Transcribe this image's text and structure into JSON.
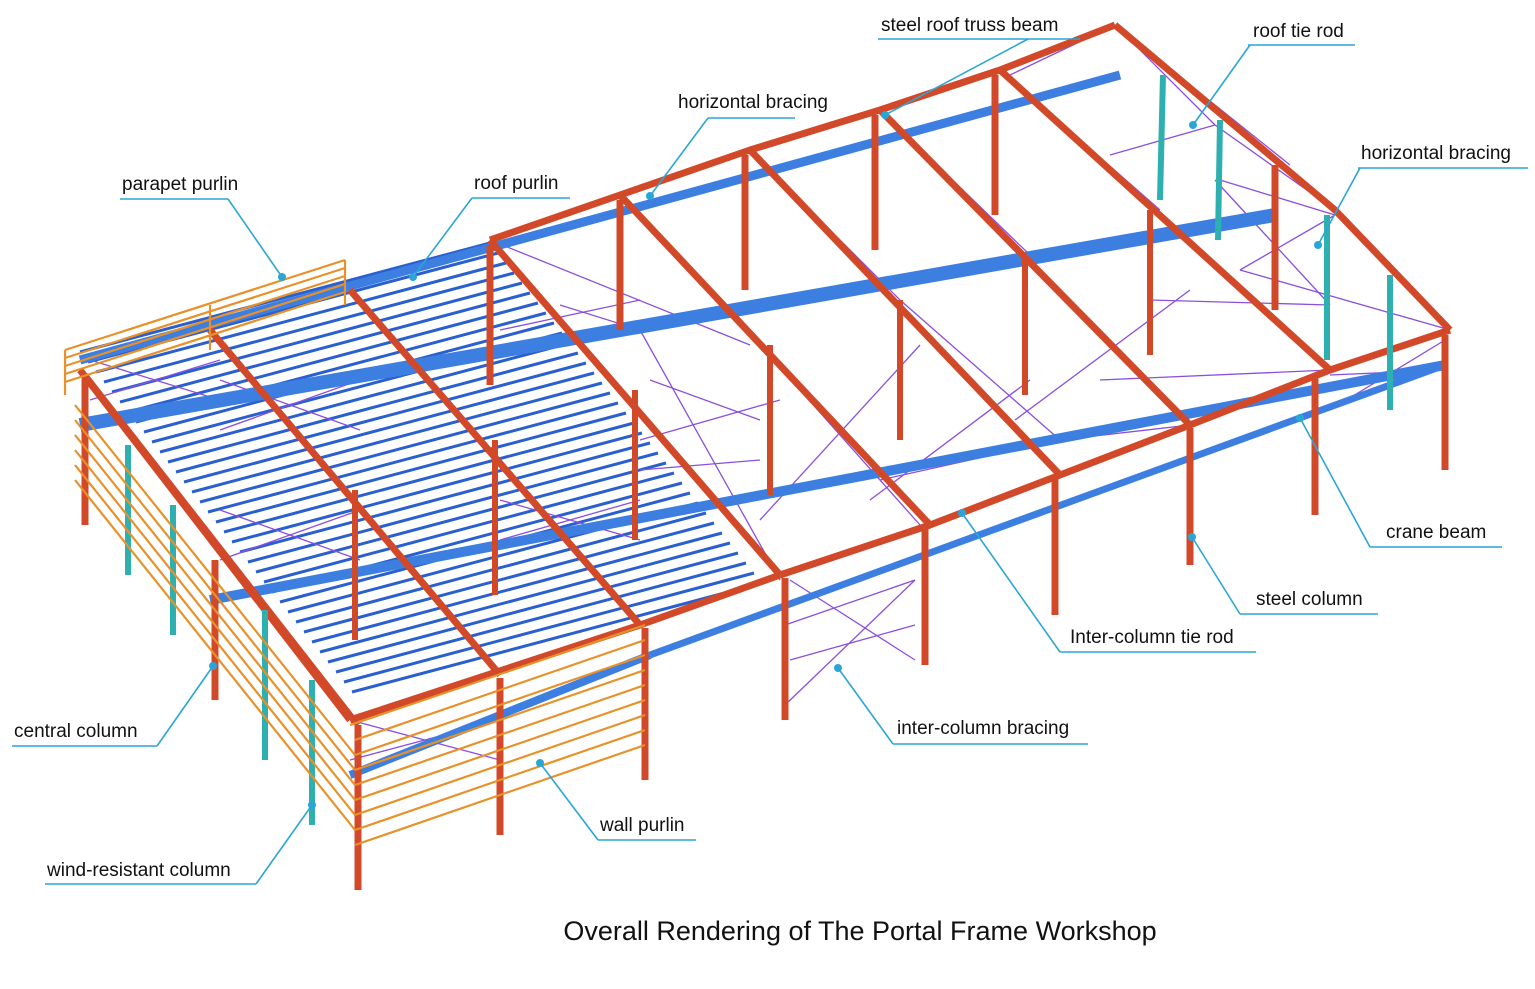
{
  "caption": "Overall Rendering of The Portal Frame Workshop",
  "labels": {
    "steel_roof_truss_beam": "steel roof truss beam",
    "roof_tie_rod": "roof tie rod",
    "horizontal_bracing_top": "horizontal bracing",
    "horizontal_bracing_right": "horizontal bracing",
    "parapet_purlin": "parapet purlin",
    "roof_purlin": "roof purlin",
    "crane_beam": "crane beam",
    "steel_column": "steel column",
    "inter_column_tie_rod": "Inter-column tie rod",
    "inter_column_bracing": "inter-column bracing",
    "central_column": "central column",
    "wall_purlin": "wall purlin",
    "wind_resistant_column": "wind-resistant column"
  },
  "colors": {
    "frame": "#d2492a",
    "frame_dark": "#a83318",
    "beam_blue": "#3d7fe0",
    "purlin_blue": "#2a5fcf",
    "bracing": "#8a4fe0",
    "wall_purlin": "#e8912a",
    "wind_column": "#2fb0b0",
    "leader": "#2aa6d6"
  }
}
